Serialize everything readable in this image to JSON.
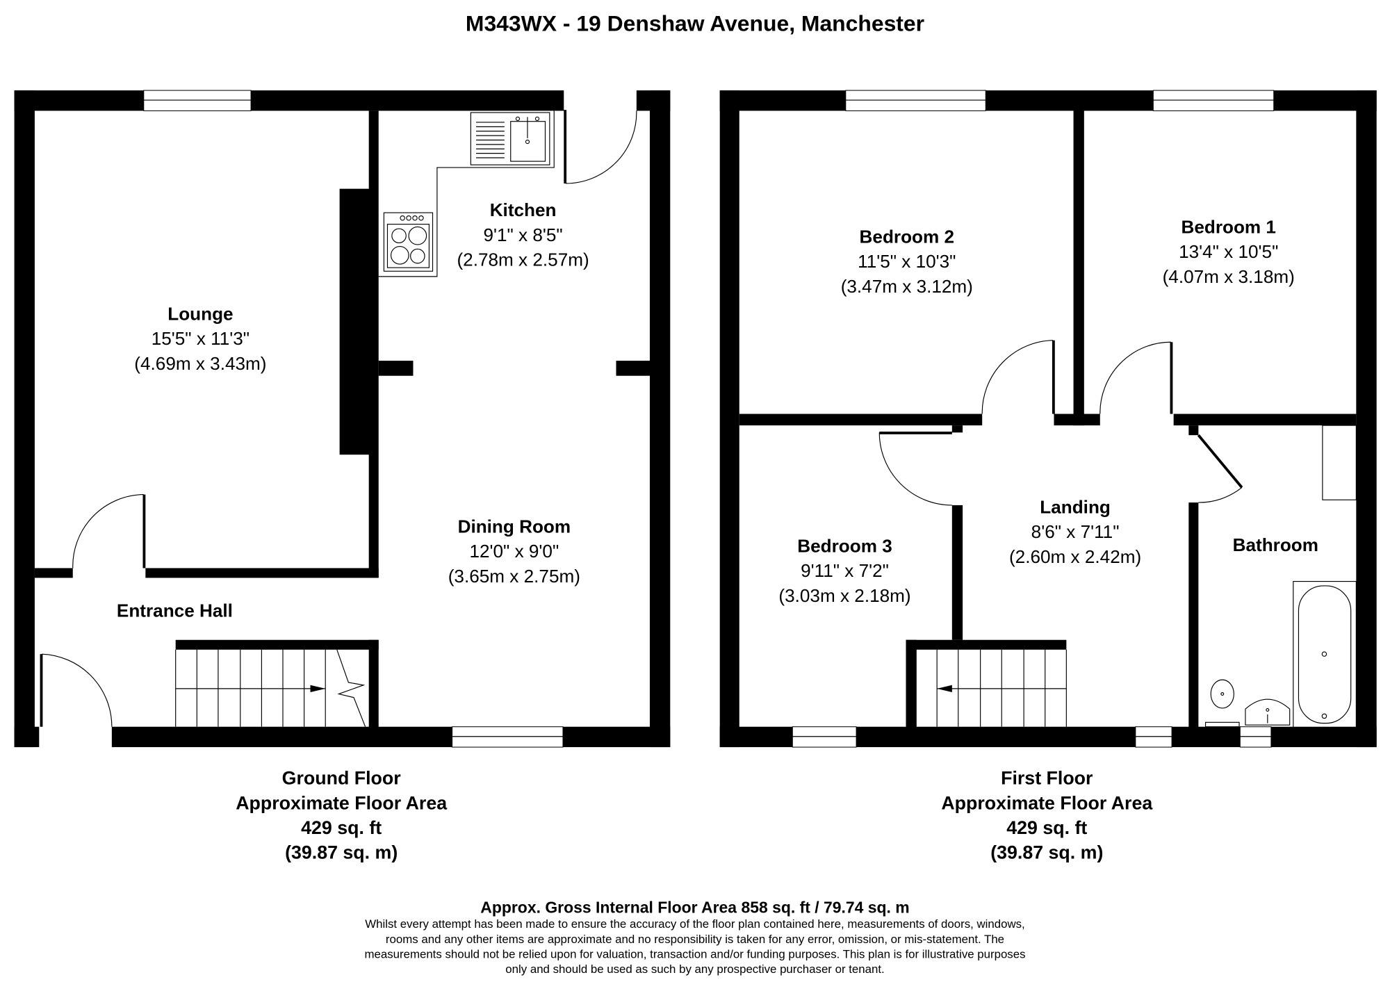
{
  "title": "M343WX - 19 Denshaw Avenue, Manchester",
  "ground_floor": {
    "rooms": [
      {
        "name": "Kitchen",
        "imperial": "9'1\" x 8'5\"",
        "metric": "(2.78m x 2.57m)"
      },
      {
        "name": "Lounge",
        "imperial": "15'5\" x 11'3\"",
        "metric": "(4.69m x 3.43m)"
      },
      {
        "name": "Dining Room",
        "imperial": "12'0\" x 9'0\"",
        "metric": "(3.65m x 2.75m)"
      },
      {
        "name": "Entrance Hall"
      }
    ],
    "caption": [
      "Ground Floor",
      "Approximate Floor Area",
      "429 sq. ft",
      "(39.87 sq. m)"
    ]
  },
  "first_floor": {
    "rooms": [
      {
        "name": "Bedroom 2",
        "imperial": "11'5\" x 10'3\"",
        "metric": "(3.47m x 3.12m)"
      },
      {
        "name": "Bedroom 1",
        "imperial": "13'4\" x 10'5\"",
        "metric": "(4.07m x 3.18m)"
      },
      {
        "name": "Bedroom 3",
        "imperial": "9'11\" x 7'2\"",
        "metric": "(3.03m x 2.18m)"
      },
      {
        "name": "Landing",
        "imperial": "8'6\" x 7'11\"",
        "metric": "(2.60m x 2.42m)"
      },
      {
        "name": "Bathroom"
      }
    ],
    "caption": [
      "First Floor",
      "Approximate Floor Area",
      "429 sq. ft",
      "(39.87 sq. m)"
    ]
  },
  "footer": {
    "gross_area": "Approx. Gross Internal Floor Area 858 sq. ft / 79.74 sq. m",
    "disclaimer": [
      "Whilst every attempt has been made to ensure the accuracy of the floor plan contained here, measurements of doors, windows,",
      "rooms and any other items are approximate and no responsibility is taken for any error, omission, or mis-statement. The",
      "measurements should not be relied upon for valuation, transaction and/or funding purposes. This plan is for illustrative purposes",
      "only and should be used as such by any prospective purchaser or tenant."
    ]
  }
}
